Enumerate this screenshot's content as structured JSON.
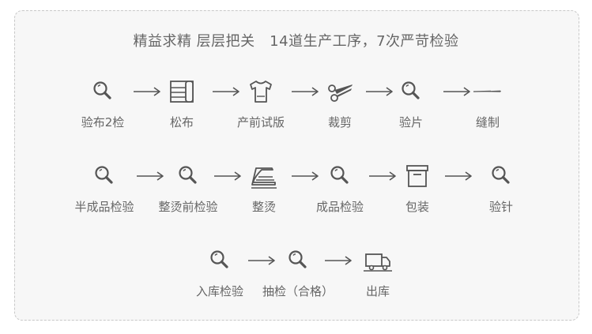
{
  "headline": "精益求精 层层把关　14道生产工序，7次严苛检验",
  "rows": [
    {
      "steps": [
        {
          "label": "验布2检",
          "icon": "magnifier-icon"
        },
        {
          "label": "松布",
          "icon": "fabric-roll-icon"
        },
        {
          "label": "产前试版",
          "icon": "tshirt-icon"
        },
        {
          "label": "裁剪",
          "icon": "scissors-icon"
        },
        {
          "label": "验片",
          "icon": "magnifier-icon"
        },
        {
          "label": "缝制",
          "icon": "needle-icon"
        }
      ]
    },
    {
      "steps": [
        {
          "label": "半成品检验",
          "icon": "magnifier-icon"
        },
        {
          "label": "整烫前检验",
          "icon": "magnifier-icon"
        },
        {
          "label": "整烫",
          "icon": "iron-icon"
        },
        {
          "label": "成品检验",
          "icon": "magnifier-icon"
        },
        {
          "label": "包装",
          "icon": "box-icon"
        },
        {
          "label": "验针",
          "icon": "magnifier-icon"
        }
      ]
    },
    {
      "steps": [
        {
          "label": "入库检验",
          "icon": "magnifier-icon"
        },
        {
          "label": "抽检（合格）",
          "icon": "magnifier-icon"
        },
        {
          "label": "出库",
          "icon": "truck-icon"
        }
      ]
    }
  ],
  "colors": {
    "icon_stroke": "#555555",
    "text": "#666666",
    "card_background": "#f7f7f7",
    "card_border": "#c8c8c8"
  }
}
